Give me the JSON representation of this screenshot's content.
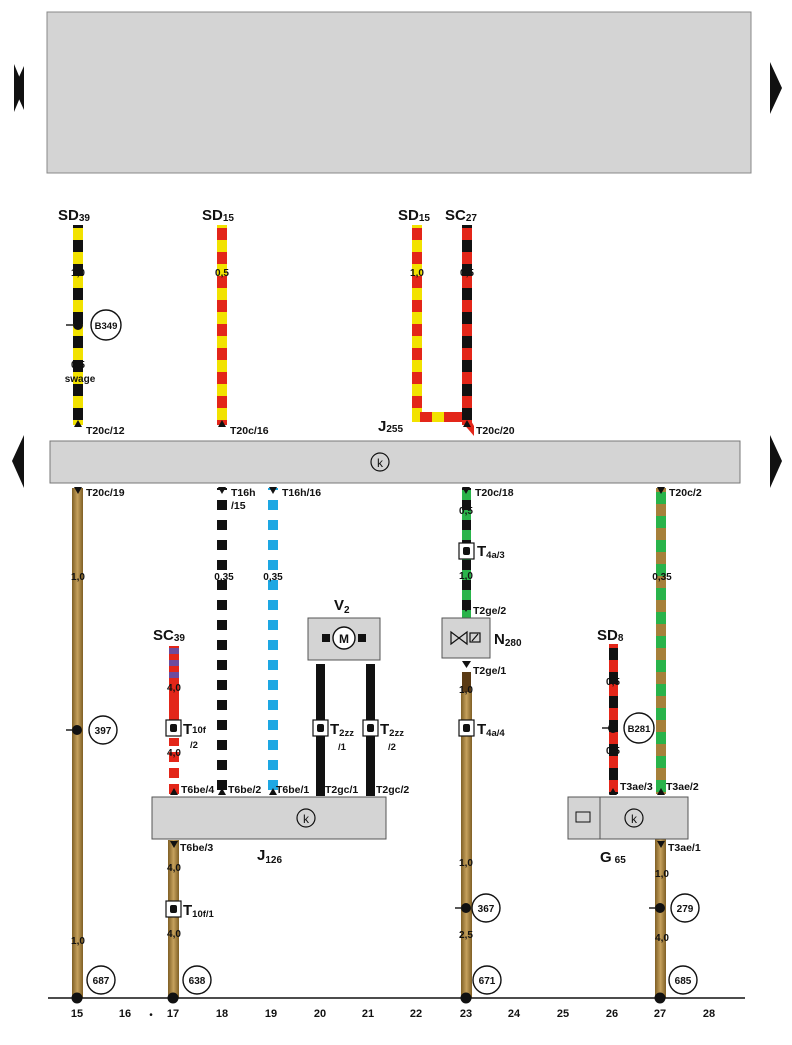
{
  "header_panel": {
    "text": ""
  },
  "navigation": {
    "prev_symbol": "◀",
    "next_symbol": "▶"
  },
  "colors": {
    "panel_gray": "#d4d4d4",
    "yellow": "#f2e200",
    "red": "#e32619",
    "black": "#111111",
    "blue": "#1da7e3",
    "green": "#29b34a",
    "brown": "#a6803a",
    "purple": "#6c4b9e",
    "tan": "#c6a15c"
  },
  "components": {
    "J255": {
      "main": "J",
      "sub": "255"
    },
    "J126": {
      "main": "J",
      "sub": "126"
    },
    "V2": {
      "main": "V",
      "sub": "2"
    },
    "N280": {
      "main": "N",
      "sub": "280"
    },
    "G65": {
      "main": "G",
      "sub": "65"
    }
  },
  "terminals": {
    "SD39": {
      "main": "SD",
      "sub": "39"
    },
    "SD15a": {
      "main": "SD",
      "sub": "15"
    },
    "SD15b": {
      "main": "SD",
      "sub": "15"
    },
    "SC27": {
      "main": "SC",
      "sub": "27"
    },
    "SC39": {
      "main": "SC",
      "sub": "39"
    },
    "SD8": {
      "main": "SD",
      "sub": "8"
    }
  },
  "pins": {
    "t20c12": "T20c/12",
    "t20c16": "T20c/16",
    "t20c20": "T20c/20",
    "t20c19": "T20c/19",
    "t16h15a": "T16h",
    "t16h15b": "/15",
    "t16h16": "T16h/16",
    "t20c18": "T20c/18",
    "t20c2": "T20c/2",
    "t2ge2": "T2ge/2",
    "t2ge1": "T2ge/1",
    "t6be4": "T6be/4",
    "t6be2": "T6be/2",
    "t6be1": "T6be/1",
    "t2gc1": "T2gc/1",
    "t2gc2": "T2gc/2",
    "t6be3": "T6be/3",
    "t3ae3": "T3ae/3",
    "t3ae2": "T3ae/2",
    "t3ae1": "T3ae/1"
  },
  "connectors": {
    "t4a3": {
      "main": "T",
      "sub": "4a/3"
    },
    "t4a4": {
      "main": "T",
      "sub": "4a/4"
    },
    "t10f2": {
      "main": "T",
      "sub": "10f",
      "suffix": "/2"
    },
    "t2zz1": {
      "main": "T",
      "sub": "2zz",
      "suffix": "/1"
    },
    "t2zz2": {
      "main": "T",
      "sub": "2zz",
      "suffix": "/2"
    },
    "t10f1": {
      "main": "T",
      "sub": "10f/1"
    }
  },
  "circle_refs": {
    "b349": "B349",
    "b281": "B281",
    "r397": "397",
    "r367": "367",
    "r279": "279",
    "r687": "687",
    "r638": "638",
    "r671": "671",
    "r685": "685"
  },
  "wire_sizes": {
    "c15_top1": "1,0",
    "c15_top2": "0,5",
    "c15_mid": "1,0",
    "c15_bot": "1,0",
    "c18_top": "0,5",
    "c18_mid": "0,35",
    "c19_mid": "0,35",
    "c22_top": "1,0",
    "c23_top": "0,5",
    "c23_a": "0,5",
    "c23_b": "1,0",
    "c23_c": "1,0",
    "c23_d": "1,0",
    "c23_e": "2,5",
    "c17_a": "4,0",
    "c17_b": "4,0",
    "c17_c": "4,0",
    "c17_d": "4,0",
    "c26_a": "0,5",
    "c26_b": "0,5",
    "c27_a": "0,35",
    "c27_b": "1,0",
    "c27_c": "4,0"
  },
  "misc_text": {
    "swage": "swage",
    "ground_mark": "•"
  },
  "symbols": {
    "motor": "M",
    "control_icon": "k"
  },
  "ground_bar": {
    "numbers": [
      "15",
      "16",
      "17",
      "18",
      "19",
      "20",
      "21",
      "22",
      "23",
      "24",
      "25",
      "26",
      "27",
      "28"
    ]
  }
}
